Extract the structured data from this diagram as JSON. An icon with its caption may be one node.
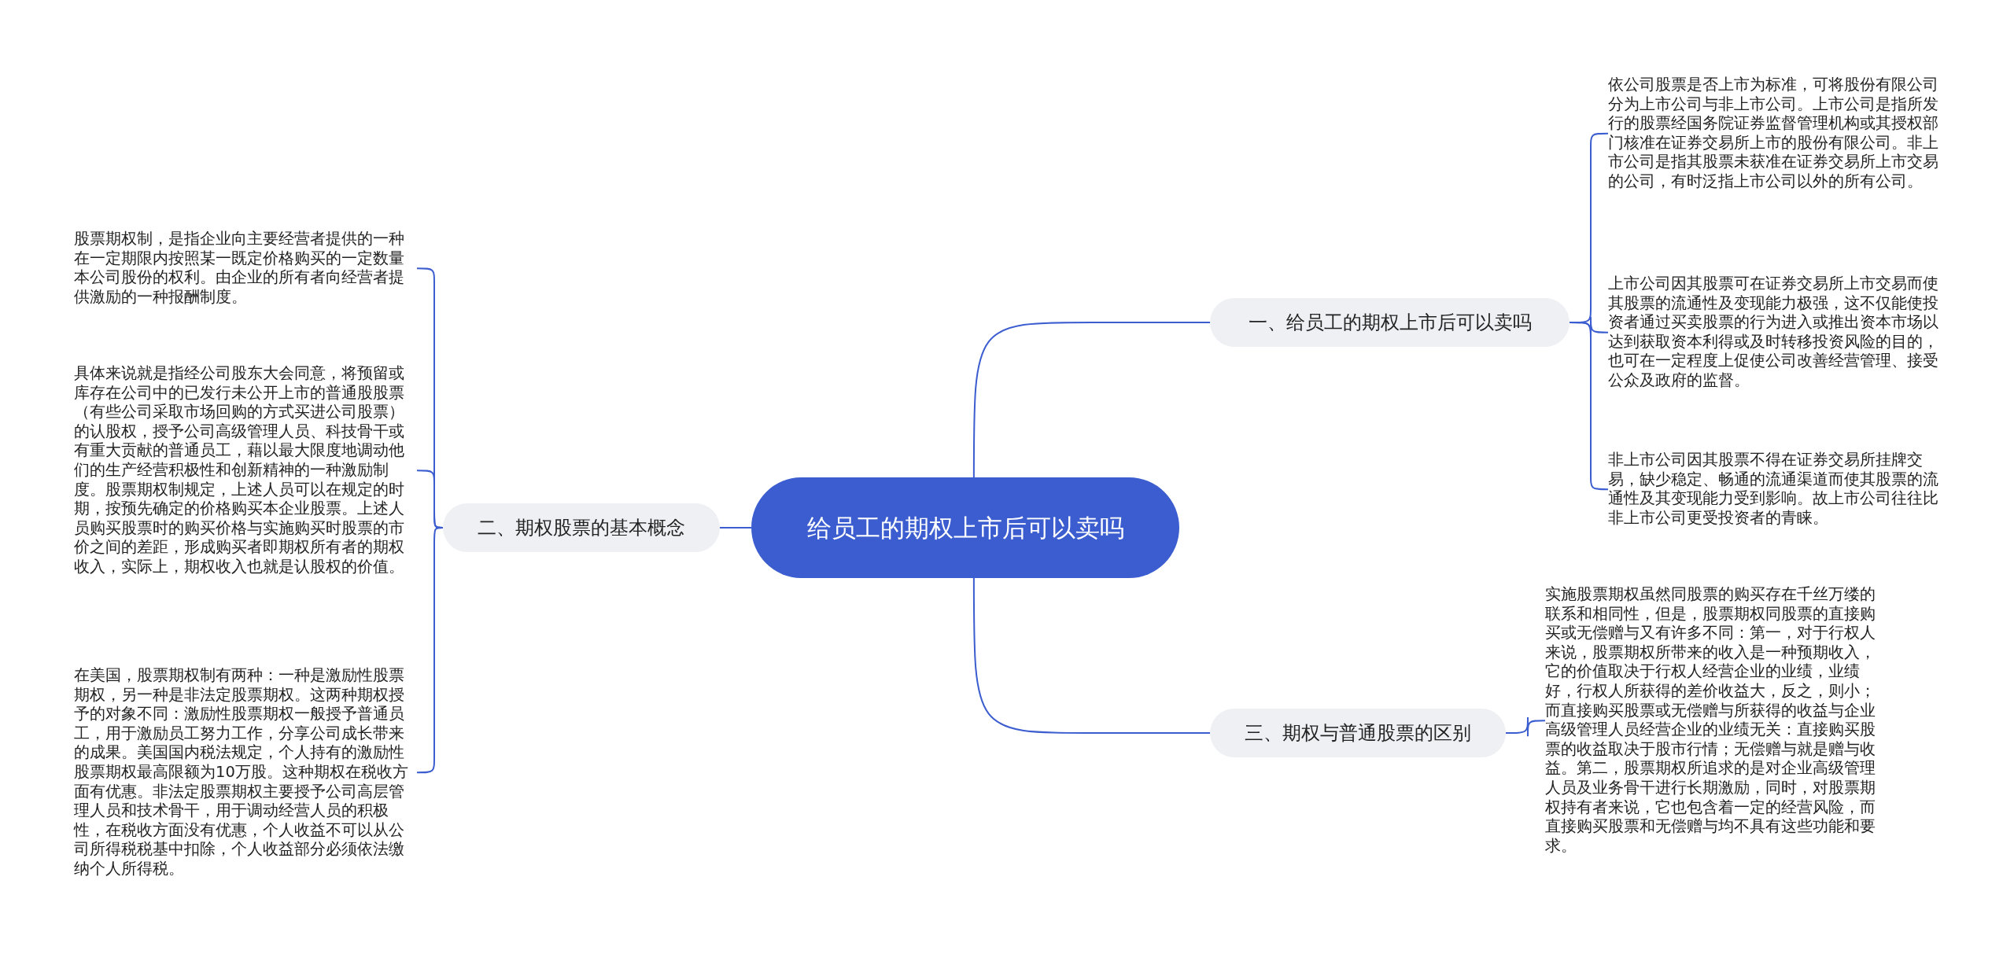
{
  "diagram": {
    "nodes": [
      {
        "text": [
          "给员工的期权上市后可以卖吗"
        ]
      },
      {
        "text": [
          "一、给员工的期权上市后可以卖吗"
        ]
      },
      {
        "text": [
          "依公司股票是否上市为标准，可将股份有限公司分为上市公司与非上市公司。上市公司是指所发行的股票经国务院证券监督管理机构或其授权部门核准在证券交易所上市的股份有限公司。非上市公司是指其股票未获准在证券交易所上市交易的公司，有时泛指上市公司以外的所有公司。"
        ]
      },
      {
        "text": [
          "上市公司因其股票可在证券交易所上市交易而使其股票的流通性及变现能力极强，这不仅能使投资者通过买卖股票的行为进入或推出资本市场以达到获取资本利得或及时转移投资风险的目的，也可在一定程度上促使公司改善经营管理、接受公众及政府的监督。"
        ]
      },
      {
        "text": [
          "非上市公司因其股票不得在证券交易所挂牌交易，缺少稳定、畅通的流通渠道而使其股票的流通性及其变现能力受到影响。故上市公司往往比非上市公司更受投资者的青睐。"
        ]
      },
      {
        "text": [
          "二、期权股票的基本概念"
        ]
      },
      {
        "text": [
          "股票期权制，是指企业向主要经营者提供的一种在一定期限内按照某一既定价格购买的一定数量本公司股份的权利。由企业的所有者向经营者提供激励的一种报酬制度。"
        ]
      },
      {
        "text": [
          "具体来说就是指经公司股东大会同意，将预留或库存在公司中的已发行未公开上市的普通股股票（有些公司采取市场回购的方式买进公司股票）的认股权，授予公司高级管理人员、科技骨干或有重大贡献的普通员工，藉以最大限度地调动他们的生产经营积极性和创新精神的一种激励制度。股票期权制规定，上述人员可以在规定的时期，按预先确定的价格购买本企业股票。上述人员购买股票时的购买价格与实施购买时股票的市价之间的差距，形成购买者即期权所有者的期权收入，实际上，期权收入也就是认股权的价值。"
        ]
      },
      {
        "text": [
          "在美国，股票期权制有两种：一种是激励性股票期权，另一种是非法定股票期权。这两种期权授予的对象不同：激励性股票期权一般授予普通员工，用于激励员工努力工作，分享公司成长带来的成果。美国国内税法规定，个人持有的激励性股票期权最高限额为10万股。这种期权在税收方面有优惠。非法定股票期权主要授予公司高层管理人员和技术骨干，用于调动经营人员的积极性，在税收方面没有优惠，个人收益不可以从公司所得税税基中扣除，个人收益部分必须依法缴纳个人所得税。"
        ]
      },
      {
        "text": [
          "三、期权与普通股票的区别"
        ]
      },
      {
        "text": [
          "实施股票期权虽然同股票的购买存在千丝万缕的联系和相同性，但是，股票期权同股票的直接购买或无偿赠与又有许多不同：第一，对于行权人来说，股票期权所带来的收入是一种预期收入，它的价值取决于行权人经营企业的业绩，业绩好，行权人所获得的差价收益大，反之，则小；而直接购买股票或无偿赠与所获得的收益与企业高级管理人员经营企业的业绩无关：直接购买股票的收益取决于股市行情；无偿赠与就是赠与收益。第二，股票期权所追求的是对企业高级管理人员及业务骨干进行长期激励，同时，对股票期权持有者来说，它也包含着一定的经营风险，而直接购买股票和无偿赠与均不具有这些功能和要求。"
        ]
      }
    ],
    "edges": [
      {
        "from": 0,
        "to": 1,
        "arrow": "none"
      },
      {
        "from": 1,
        "to": 2,
        "arrow": "none"
      },
      {
        "from": 1,
        "to": 3,
        "arrow": "none"
      },
      {
        "from": 1,
        "to": 4,
        "arrow": "none"
      },
      {
        "from": 0,
        "to": 5,
        "arrow": "none"
      },
      {
        "from": 5,
        "to": 6,
        "arrow": "none"
      },
      {
        "from": 5,
        "to": 7,
        "arrow": "none"
      },
      {
        "from": 5,
        "to": 8,
        "arrow": "none"
      },
      {
        "from": 0,
        "to": 9,
        "arrow": "none"
      },
      {
        "from": 9,
        "to": 10,
        "arrow": "none"
      }
    ]
  }
}
